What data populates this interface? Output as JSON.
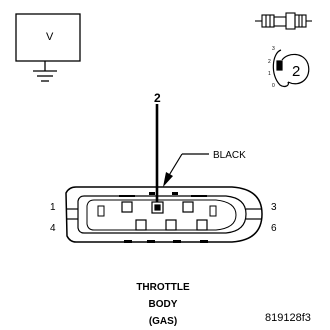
{
  "meter": {
    "symbol": "V"
  },
  "probe": {
    "pin": "2",
    "connector_view_pin": "2"
  },
  "wire": {
    "color_label": "BLACK"
  },
  "connector": {
    "pin_labels": {
      "top_left": "1",
      "bottom_left": "4",
      "top_right": "3",
      "bottom_right": "6"
    },
    "lock_view_labels": [
      "3",
      "2",
      "1",
      "0"
    ]
  },
  "component": {
    "line1": "THROTTLE",
    "line2": "BODY",
    "line3": "(GAS)"
  },
  "figure_code": "819128f3"
}
